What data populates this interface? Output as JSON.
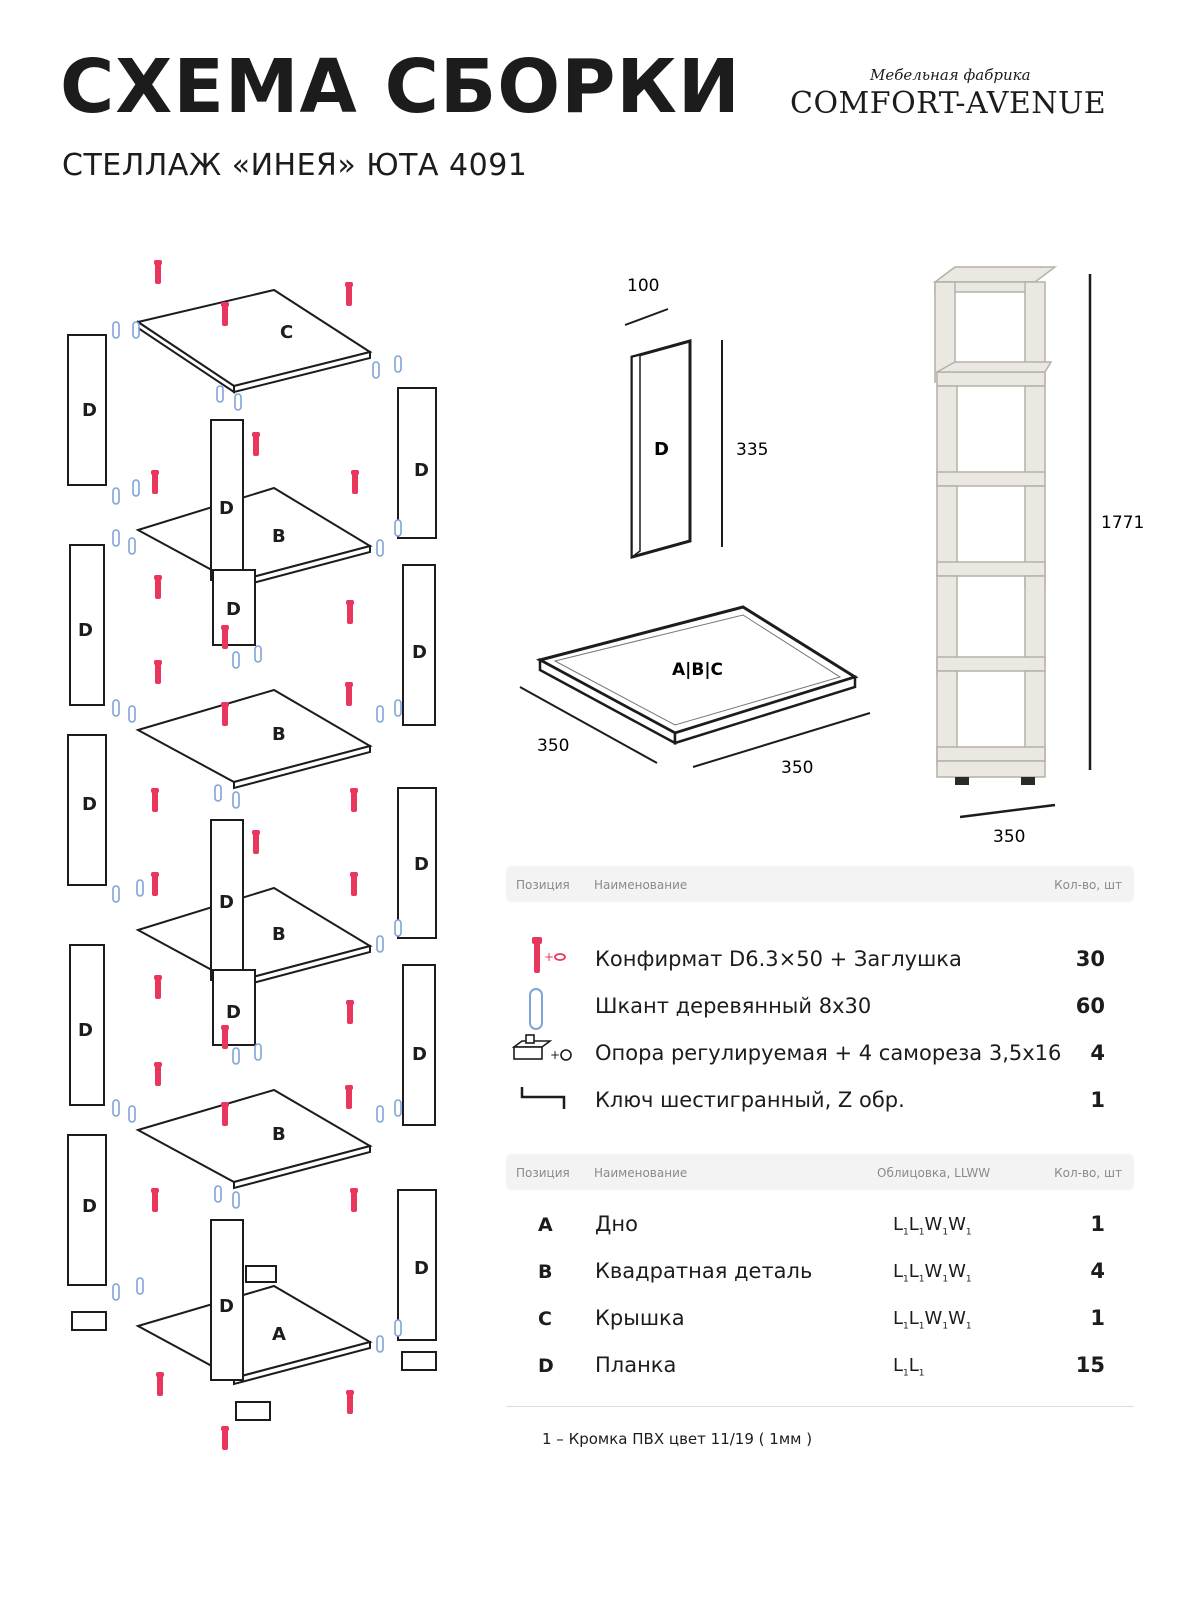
{
  "header": {
    "title": "СХЕМА СБОРКИ",
    "subtitle": "СТЕЛЛАЖ «ИНЕЯ» ЮТА 4091",
    "brand_small": "Мебельная фабрика",
    "brand_big": "COMFORT-AVENUE"
  },
  "dimensions": {
    "d_width": "100",
    "d_height": "335",
    "panel_depth": "350",
    "panel_width": "350",
    "shelf_height": "1771",
    "shelf_width": "350"
  },
  "diagram_labels": {
    "plank": "D",
    "panel_top": "C",
    "panel_mid": "B",
    "panel_bottom": "A",
    "panel_combo": "A|B|C"
  },
  "hardware_table": {
    "col_position": "Позиция",
    "col_name": "Наименование",
    "col_qty": "Кол-во, шт",
    "rows": [
      {
        "name": "Конфирмат D6.3×50 + Заглушка",
        "qty": "30",
        "icon": "confirmat-screw-icon"
      },
      {
        "name": "Шкант деревянный 8х30",
        "qty": "60",
        "icon": "wooden-dowel-icon"
      },
      {
        "name": "Опора регулируемая + 4 самореза 3,5х16",
        "qty": "4",
        "icon": "adjustable-foot-icon"
      },
      {
        "name": "Ключ шестигранный, Z обр.",
        "qty": "1",
        "icon": "hex-key-icon"
      }
    ]
  },
  "parts_table": {
    "col_position": "Позиция",
    "col_name": "Наименование",
    "col_facing": "Облицовка, LLWW",
    "col_qty": "Кол-во, шт",
    "rows": [
      {
        "pos": "A",
        "name": "Дно",
        "facing": "L1L1W1W1",
        "qty": "1"
      },
      {
        "pos": "B",
        "name": "Квадратная деталь",
        "facing": "L1L1W1W1",
        "qty": "4"
      },
      {
        "pos": "C",
        "name": "Крышка",
        "facing": "L1L1W1W1",
        "qty": "1"
      },
      {
        "pos": "D",
        "name": "Планка",
        "facing": "L1L1",
        "qty": "15"
      }
    ]
  },
  "footnote": "1 – Кромка ПВХ цвет 11/19 ( 1мм )",
  "colors": {
    "confirmat": "#e8365d",
    "dowel": "#7fa3d9",
    "line": "#1c1c1c",
    "wood": "#ebe8e2"
  }
}
